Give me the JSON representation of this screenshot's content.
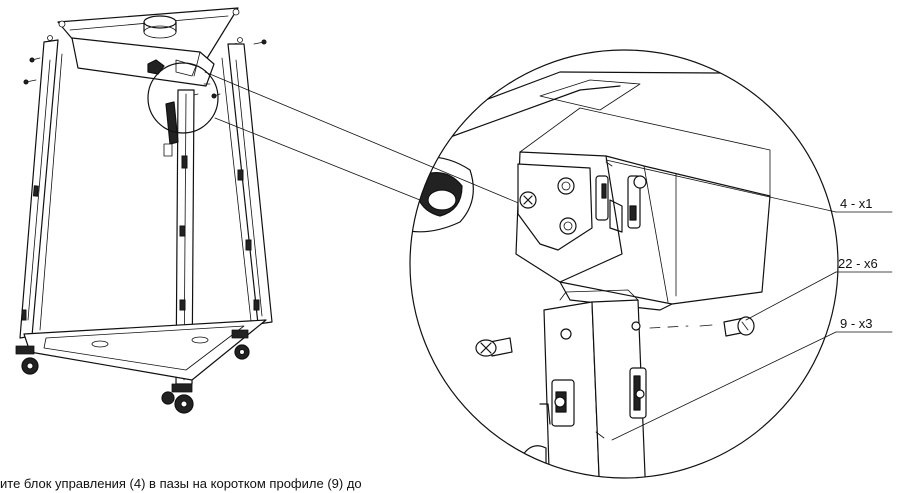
{
  "callouts": [
    {
      "id": "c1",
      "text": "4 - x1"
    },
    {
      "id": "c2",
      "text": "22 - x6"
    },
    {
      "id": "c3",
      "text": "9 - x3"
    }
  ],
  "caption": "ите блок управления (4) в пазы на коротком профиле (9) до",
  "colors": {
    "line": "#111111",
    "background": "#ffffff"
  }
}
